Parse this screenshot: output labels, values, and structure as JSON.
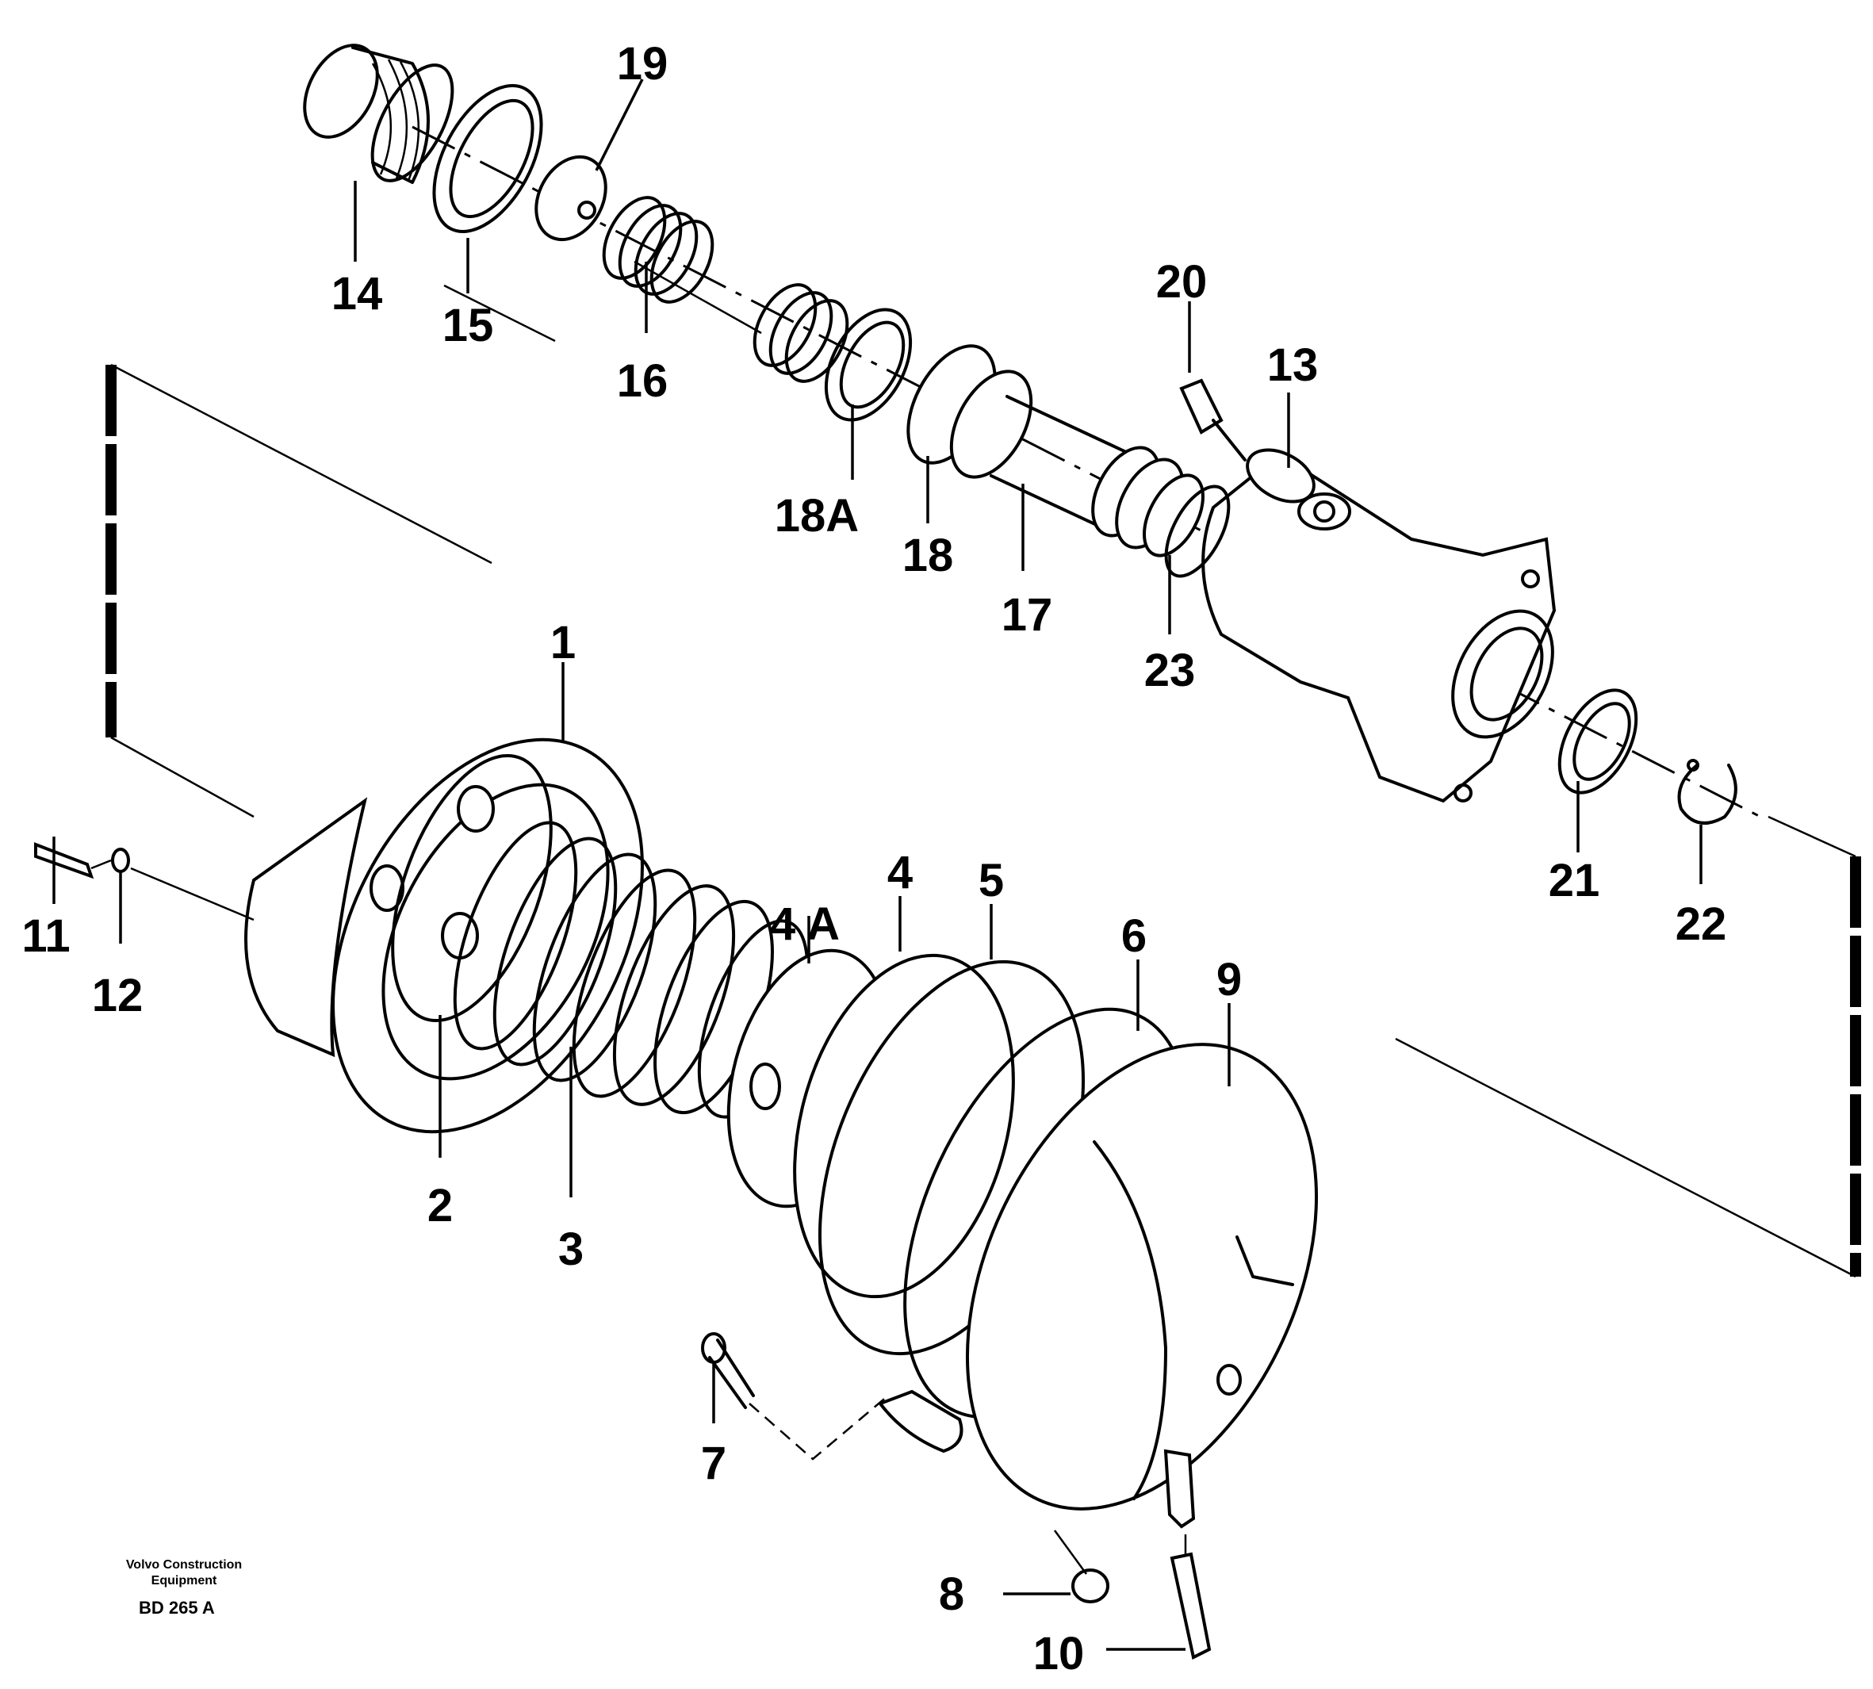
{
  "labels": {
    "p1": "1",
    "p2": "2",
    "p3": "3",
    "p4": "4",
    "p4a": "4 A",
    "p5": "5",
    "p6": "6",
    "p7": "7",
    "p8": "8",
    "p9": "9",
    "p10": "10",
    "p11": "11",
    "p12": "12",
    "p13": "13",
    "p14": "14",
    "p15": "15",
    "p16": "16",
    "p17": "17",
    "p18": "18",
    "p18a": "18A",
    "p19": "19",
    "p20": "20",
    "p21": "21",
    "p22": "22",
    "p23": "23"
  },
  "footer": {
    "company_line1": "Volvo Construction",
    "company_line2": "Equipment",
    "code": "BD 265 A"
  }
}
